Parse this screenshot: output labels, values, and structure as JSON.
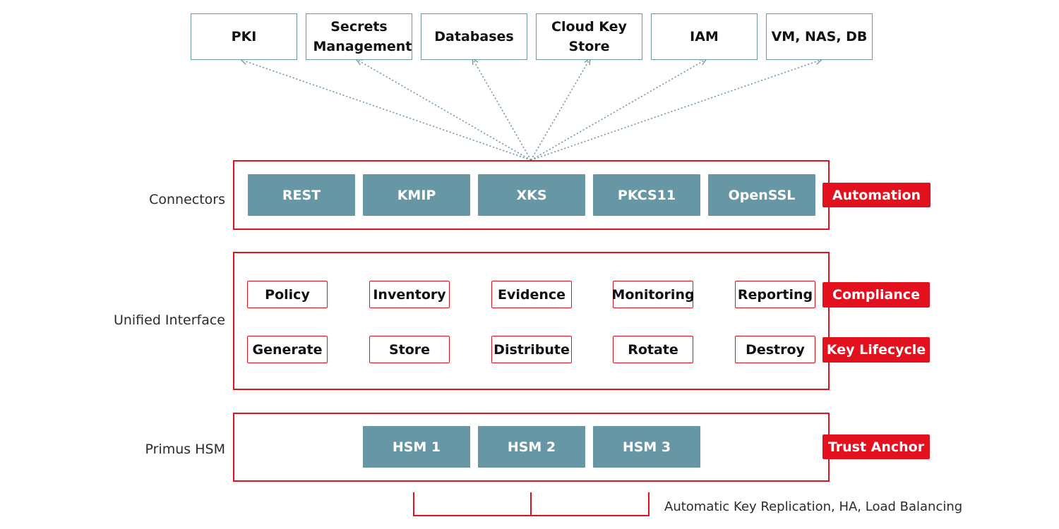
{
  "targets": [
    {
      "label": "PKI"
    },
    {
      "label": "Secrets Management"
    },
    {
      "label": "Databases"
    },
    {
      "label": "Cloud Key Store"
    },
    {
      "label": "IAM"
    },
    {
      "label": "VM, NAS, DB"
    }
  ],
  "connectors": {
    "side_label": "Connectors",
    "items": [
      "REST",
      "KMIP",
      "XKS",
      "PKCS11",
      "OpenSSL"
    ],
    "tag": "Automation"
  },
  "unified": {
    "side_label": "Unified Interface",
    "compliance_steps": [
      "Policy",
      "Inventory",
      "Evidence",
      "Monitoring",
      "Reporting"
    ],
    "compliance_tag": "Compliance",
    "lifecycle_steps": [
      "Generate",
      "Store",
      "Distribute",
      "Rotate",
      "Destroy"
    ],
    "lifecycle_tag": "Key Lifecycle"
  },
  "hsm": {
    "side_label": "Primus HSM",
    "items": [
      "HSM 1",
      "HSM 2",
      "HSM 3"
    ],
    "tag": "Trust Anchor"
  },
  "replication_note": "Automatic Key Replication, HA, Load Balancing",
  "colors": {
    "accent_red": "#e3101e",
    "teal": "#6797a5",
    "top_border": "#6a96a6",
    "arrow_dotted": "#6a96a6"
  },
  "icons": {
    "step_arrow": "chevron-right-icon"
  }
}
